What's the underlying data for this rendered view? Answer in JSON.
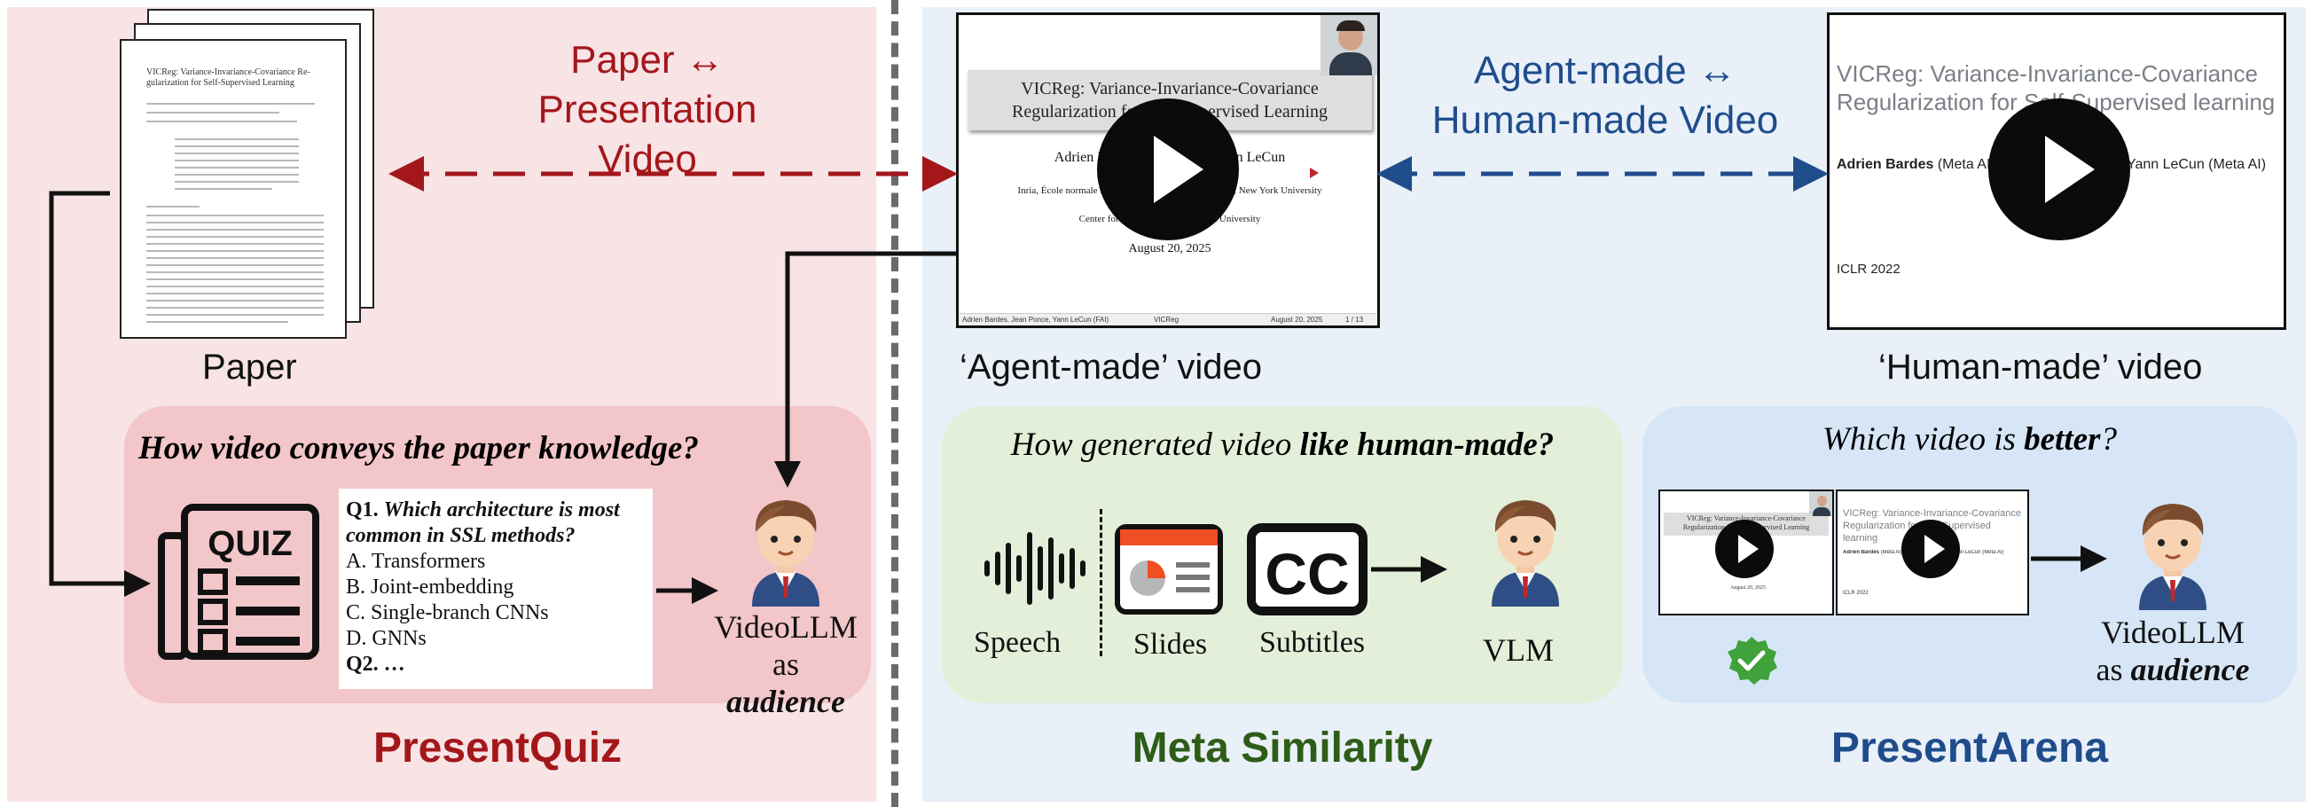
{
  "left": {
    "arrow_label_line1": "Paper ↔",
    "arrow_label_line2": "Presentation Video",
    "paper_caption": "Paper",
    "paper_title": "VICReg: Variance-Invariance-Covariance Re- gularization for Self-Supervised Learning",
    "question": "How video conveys the paper knowledge?",
    "quiz_icon_text": "QUIZ",
    "quiz": {
      "q1_num": "Q1.",
      "q1_text": "Which architecture is most common in SSL methods?",
      "options": [
        "A. Transformers",
        "B. Joint-embedding",
        "C. Single-branch CNNs",
        "D. GNNs"
      ],
      "q2_num": "Q2.",
      "q2_text": "…"
    },
    "audience_line1": "VideoLLM",
    "audience_as": "as",
    "audience_word": "audience",
    "bottom_label": "PresentQuiz"
  },
  "agent_slide": {
    "title": "VICReg: Variance-Invariance-Covariance Regularization for Self-Supervised Learning",
    "authors": "Adrien Bardes, Jean Ponce, Yann LeCun",
    "affil1": "Inria, École normale supérieure, Facebook AI Research, New York University",
    "affil2": "Courant Institute",
    "affil3": "Center for Data Science, New York University",
    "date": "August 20, 2025",
    "footer_authors": "Adrien Bardes, Jean Ponce, Yann LeCun (FAI)",
    "footer_title": "VICReg",
    "footer_date": "August 20, 2025",
    "footer_page": "1 / 13"
  },
  "human_slide": {
    "title": "VICReg: Variance-Invariance-Covariance Regularization for Self-Supervised learning",
    "authors_bold": "Adrien Bardes",
    "authors_rest": " (Meta AI), Jean Ponce (Inria), Yann LeCun (Meta AI)",
    "venue": "ICLR 2022"
  },
  "middle": {
    "arrow_label_line1": "Agent-made ↔",
    "arrow_label_line2": "Human-made Video",
    "agent_caption": "‘Agent-made’ video",
    "human_caption": "‘Human-made’ video"
  },
  "meta": {
    "question_prefix": "How generated video ",
    "question_bold": "like human-made?",
    "speech": "Speech",
    "slides": "Slides",
    "subtitles": "Subtitles",
    "cc_text": "CC",
    "vlm": "VLM",
    "bottom_label": "Meta Similarity"
  },
  "arena": {
    "question_prefix": "Which video is ",
    "question_bold": "better",
    "question_suffix": "?",
    "audience_line1": "VideoLLM",
    "audience_as": "as",
    "audience_word": "audience",
    "bottom_label": "PresentArena"
  },
  "colors": {
    "red": "#a3171b",
    "green": "#2e5d17",
    "blue": "#1f4d8c",
    "check": "#3fa23a"
  }
}
